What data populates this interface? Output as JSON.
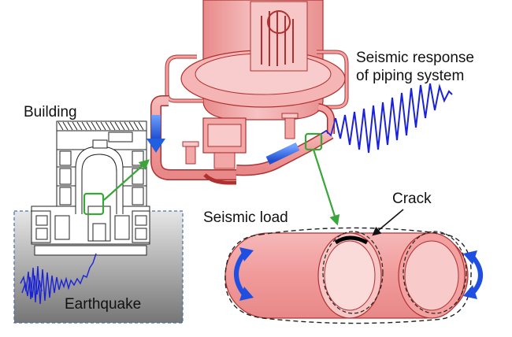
{
  "labels": {
    "building": "Building",
    "earthquake": "Earthquake",
    "seismic_response_line1": "Seismic response",
    "seismic_response_line2": "of piping system",
    "seismic_load": "Seismic load",
    "crack": "Crack"
  },
  "colors": {
    "pipe_fill": "#f2a3a3",
    "pipe_light": "#f8c8c8",
    "pipe_stroke": "#b03030",
    "blue_flow": "#1f5fe0",
    "arrow_green": "#3aa63a",
    "wave_blue": "#1a22d8",
    "ground_top": "#e2e2e2",
    "ground_bottom": "#7a7a7a",
    "dashed_border": "#4a6fb0"
  }
}
